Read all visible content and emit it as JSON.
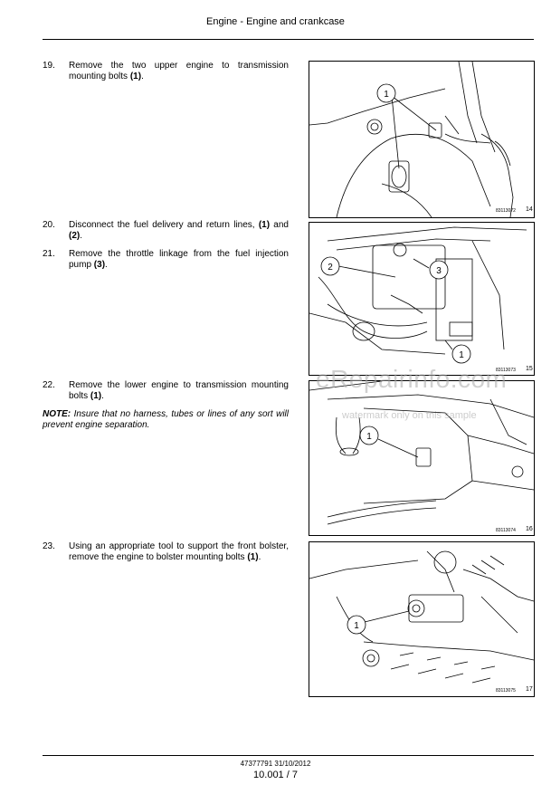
{
  "header": {
    "title": "Engine - Engine and crankcase"
  },
  "steps": [
    {
      "num": "19.",
      "pre": "Remove the two upper engine to transmission mounting bolts ",
      "b1": "(1)",
      "post": "."
    },
    {
      "num": "20.",
      "pre": "Disconnect the fuel delivery and return lines, ",
      "b1": "(1)",
      "mid": " and ",
      "b2": "(2)",
      "post": "."
    },
    {
      "num": "21.",
      "pre": "Remove the throttle linkage from the fuel injection pump ",
      "b1": "(3)",
      "post": "."
    },
    {
      "num": "22.",
      "pre": "Remove the lower engine to transmission mounting bolts ",
      "b1": "(1)",
      "post": "."
    },
    {
      "num": "23.",
      "pre": "Using an appropriate tool to support the front bolster, remove the engine to bolster mounting bolts ",
      "b1": "(1)",
      "post": "."
    }
  ],
  "note": {
    "label": "NOTE:",
    "text": " Insure that no harness, tubes or lines of any sort will prevent engine separation."
  },
  "figures": [
    {
      "code": "83113072",
      "number": "14",
      "callouts": [
        "1"
      ]
    },
    {
      "code": "83113073",
      "number": "15",
      "callouts": [
        "2",
        "3",
        "1"
      ]
    },
    {
      "code": "83113074",
      "number": "16",
      "callouts": [
        "1"
      ]
    },
    {
      "code": "83113075",
      "number": "17",
      "callouts": [
        "1"
      ]
    }
  ],
  "watermark": {
    "site": "eRepairinfo.com",
    "caption": "watermark only on this sample"
  },
  "footer": {
    "docref": "47377791 31/10/2012",
    "page": "10.001 / 7"
  }
}
